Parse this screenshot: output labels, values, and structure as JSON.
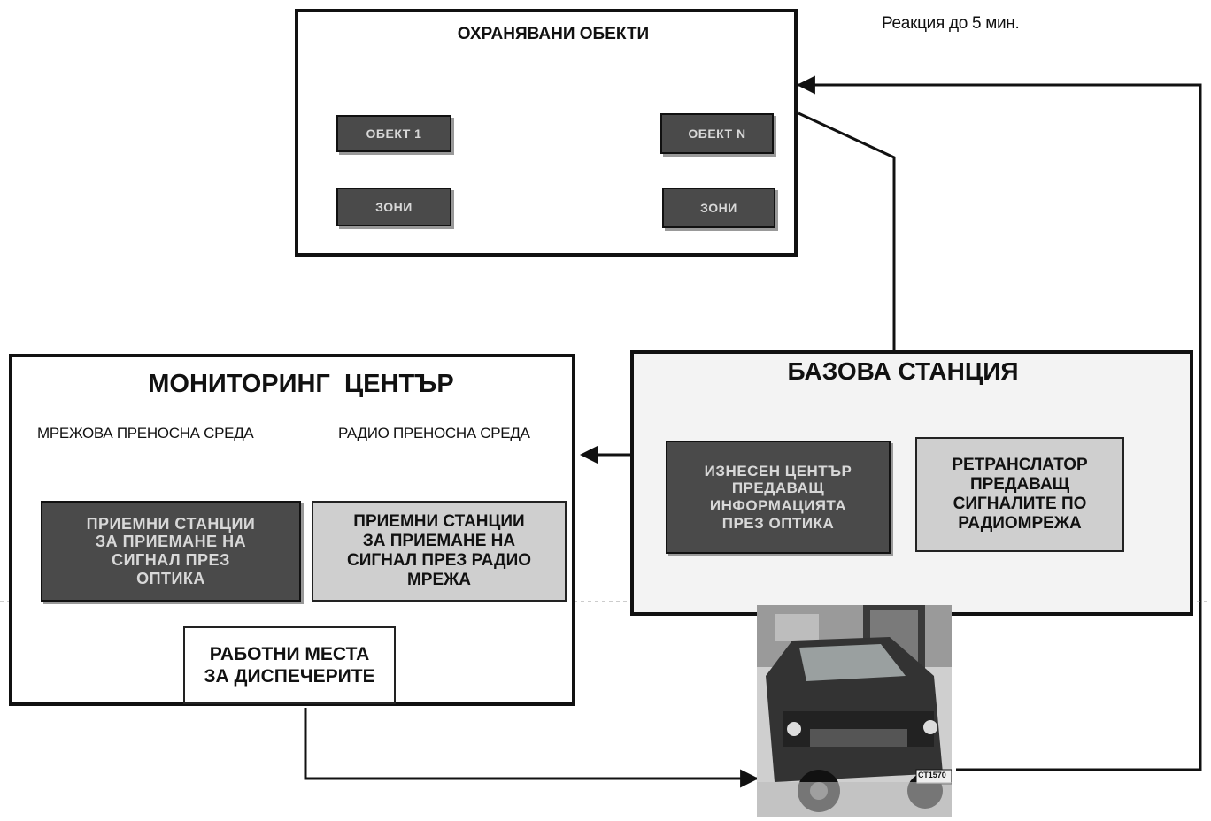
{
  "reaction_note": "Реакция до 5 мин.",
  "protected": {
    "title": "ОХРАНЯВАНИ ОБЕКТИ",
    "object1": "ОБЕКТ 1",
    "objectN": "ОБЕКТ N",
    "zones1": "ЗОНИ",
    "zonesN": "ЗОНИ"
  },
  "monitoring": {
    "title": "МОНИТОРИНГ  ЦЕНТЪР",
    "network_medium": "МРЕЖОВА ПРЕНОСНА СРЕДА",
    "radio_medium": "РАДИО ПРЕНОСНА СРЕДА",
    "optic_receivers": "ПРИЕМНИ СТАНЦИИ\nЗА ПРИЕМАНЕ НА\nСИГНАЛ ПРЕЗ\nОПТИКА",
    "radio_receivers": "ПРИЕМНИ СТАНЦИИ\nЗА ПРИЕМАНЕ НА\nСИГНАЛ ПРЕЗ  РАДИО\nМРЕЖА",
    "workplaces": "РАБОТНИ МЕСТА\nЗА ДИСПЕЧЕРИТЕ"
  },
  "base": {
    "title": "БАЗОВА СТАНЦИЯ",
    "remote_center": "ИЗНЕСЕН ЦЕНТЪР\nПРЕДАВАЩ\nИНФОРМАЦИЯТА\nПРЕЗ ОПТИКА",
    "repeater": "РЕТРАНСЛАТОР\nПРЕДАВАЩ\nСИГНАЛИТЕ  ПО\nРАДИОМРЕЖА"
  },
  "vehicle": {
    "plate": "СТ1570"
  },
  "colors": {
    "dark_box": "#4a4a4a",
    "gray_box": "#cfcfcf",
    "line": "#111111"
  }
}
